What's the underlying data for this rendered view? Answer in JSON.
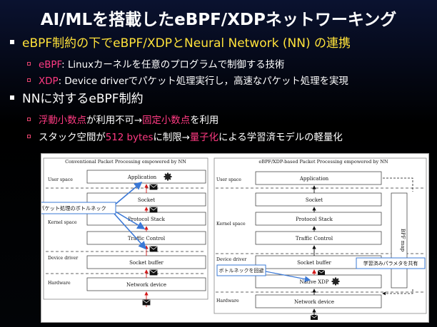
{
  "slide": {
    "title": "AI/MLを搭載したeBPF/XDPネットワーキング",
    "bullets": [
      {
        "text": "eBPF制約の下でeBPF/XDPとNeural Network (NN) の連携",
        "subs": [
          {
            "hl": "eBPF",
            "rest": ": Linuxカーネルを任意のプログラムで制御する技術"
          },
          {
            "hl": "XDP",
            "rest": ": Device driverでパケット処理実行し，高速なパケット処理を実現"
          }
        ]
      },
      {
        "text": "NNに対するeBPF制約",
        "subs": [
          {
            "hl": "浮動小数点",
            "mid": "が利用不可→",
            "hl2": "固定小数点",
            "rest": "を利用"
          },
          {
            "pre": "スタック空間が",
            "hl": "512 bytes",
            "mid": "に制限→",
            "hl2": "量子化",
            "rest": "による学習済モデルの軽量化"
          }
        ]
      }
    ]
  },
  "figure": {
    "left_title": "Conventional Packet Processing empowered by NN",
    "right_title": "eBPF/XDP-based Packet Processing empowered by NN",
    "layers": {
      "user": "User space",
      "kernel": "Kernel space",
      "driver": "Device driver",
      "hardware": "Hardware"
    },
    "left_boxes": {
      "application": "Application",
      "socket": "Socket",
      "protocol_stack": "Protocol Stack",
      "traffic_control": "Traffic Control",
      "socket_buffer": "Socket buffer",
      "network_device": "Network device"
    },
    "right_boxes": {
      "application": "Application",
      "socket": "Socket",
      "protocol_stack": "Protocol Stack",
      "traffic_control": "Traffic Control",
      "socket_buffer": "Socket buffer",
      "native_xdp": "Native XDP",
      "network_device": "Network device",
      "bpf_map": "BPF map"
    },
    "callouts": {
      "bottleneck": "パケット処理のボトルネック",
      "avoid": "ボトルネックを回避",
      "share": "学習済みパラメタを共有"
    },
    "icons": [
      "gear-icon",
      "envelope-icon",
      "blue-arrow"
    ]
  }
}
